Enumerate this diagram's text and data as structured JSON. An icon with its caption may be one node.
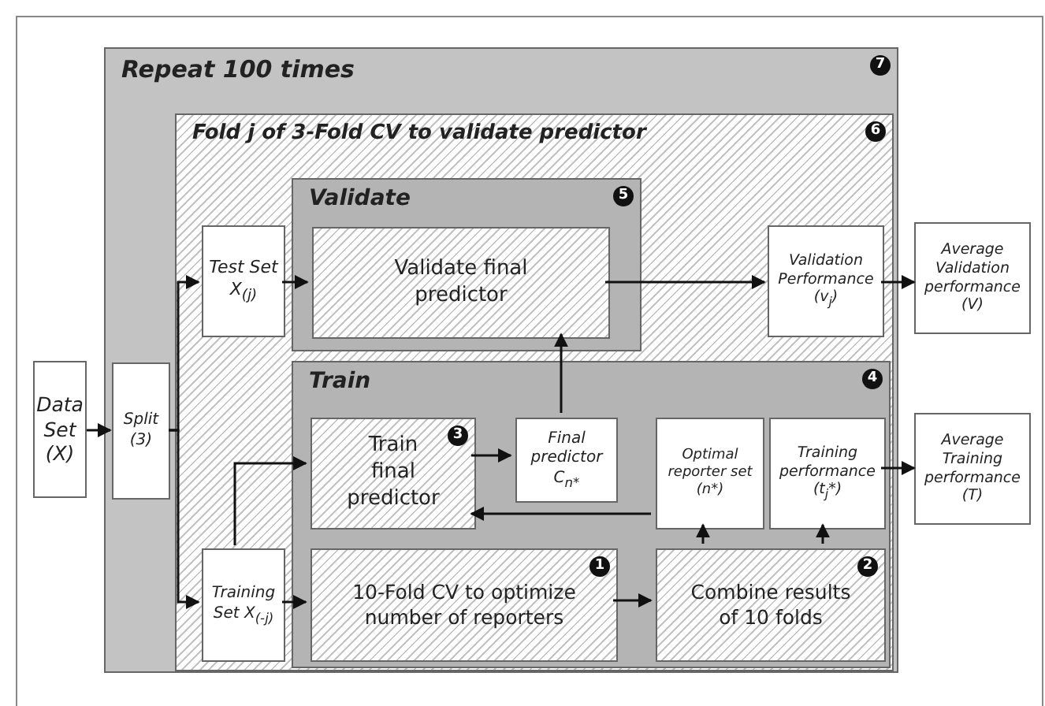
{
  "diagram": {
    "nodes": [
      {
        "text": [
          "Repeat 100 times",
          "7"
        ]
      },
      {
        "text": [
          "Fold j of 3-Fold CV to validate predictor",
          "6"
        ],
        "in": 0
      },
      {
        "text": [
          "Validate",
          "5"
        ],
        "in": 1
      },
      {
        "text": [
          "Validate final predictor"
        ],
        "in": 2
      },
      {
        "text": [
          "Test Set X$_{(j)}$"
        ],
        "in": 1
      },
      {
        "text": [
          "Validation Performance (v$_{j}$)"
        ],
        "in": 1
      },
      {
        "text": [
          "Average Validation performance (V)"
        ]
      },
      {
        "text": [
          "Data Set (X)"
        ]
      },
      {
        "text": [
          "Split (3)"
        ],
        "in": 0
      },
      {
        "text": [
          "Train",
          "4"
        ],
        "in": 1
      },
      {
        "text": [
          "Train final predictor",
          "3"
        ],
        "in": 9
      },
      {
        "text": [
          "Final predictor C$_{n*}$"
        ],
        "in": 9
      },
      {
        "text": [
          "Optimal reporter set (n*)"
        ],
        "in": 9
      },
      {
        "text": [
          "Training performance (t$_{j}$*)"
        ],
        "in": 9
      },
      {
        "text": [
          "Average Training performance (T)"
        ]
      },
      {
        "text": [
          "Training Set X$_{(-j)}$"
        ],
        "in": 1
      },
      {
        "text": [
          "10-Fold CV to optimize number of reporters",
          "1"
        ],
        "in": 9
      },
      {
        "text": [
          "Combine results of 10 folds",
          "2"
        ],
        "in": 9
      }
    ],
    "edges": [
      {
        "from": 7,
        "to": 8,
        "arrow": "to"
      },
      {
        "from": 8,
        "to": 4,
        "arrow": "to"
      },
      {
        "from": 8,
        "to": 15,
        "arrow": "to"
      },
      {
        "from": 4,
        "to": 3,
        "arrow": "to"
      },
      {
        "from": 3,
        "to": 5,
        "arrow": "to"
      },
      {
        "from": 5,
        "to": 6,
        "arrow": "to"
      },
      {
        "from": 11,
        "to": 3,
        "arrow": "to"
      },
      {
        "from": 10,
        "to": 11,
        "arrow": "to"
      },
      {
        "from": 12,
        "to": 10,
        "arrow": "to"
      },
      {
        "from": 13,
        "to": 14,
        "arrow": "to"
      },
      {
        "from": 15,
        "to": 16,
        "arrow": "to"
      },
      {
        "from": 15,
        "to": 10,
        "arrow": "to"
      },
      {
        "from": 16,
        "to": 17,
        "arrow": "to"
      },
      {
        "from": 17,
        "to": 12,
        "arrow": "to"
      },
      {
        "from": 17,
        "to": 13,
        "arrow": "to"
      }
    ]
  }
}
